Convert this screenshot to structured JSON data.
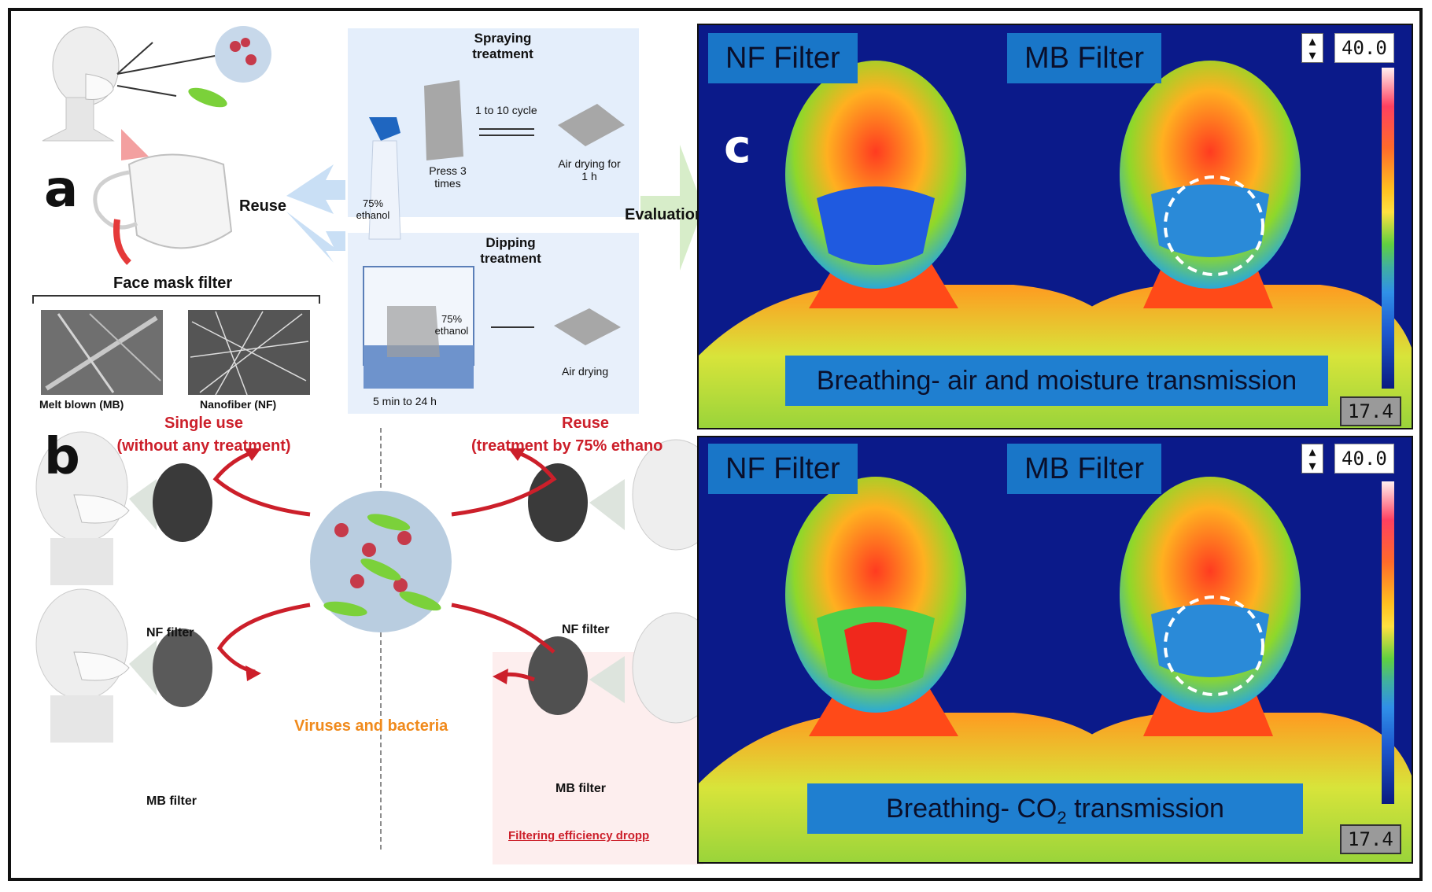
{
  "panel_a": {
    "letter": "a",
    "reuse_label": "Reuse",
    "face_mask_filter_title": "Face mask filter",
    "mb_caption": "Melt blown (MB)",
    "nf_caption": "Nanofiber (NF)",
    "spraying_title": "Spraying treatment",
    "spray_bottle_label": "75% ethanol",
    "press_label": "Press 3 times",
    "cycle_label": "1 to 10 cycle",
    "air_drying_1h": "Air drying for 1 h",
    "dipping_title": "Dipping treatment",
    "dip_ethanol_label": "75% ethanol",
    "dip_time": "5 min to 24 h",
    "air_drying": "Air drying",
    "evaluation_label": "Evaluation"
  },
  "panel_b": {
    "letter": "b",
    "single_use_line1": "Single use",
    "single_use_line2": "(without any treatment)",
    "reuse_line1": "Reuse",
    "reuse_line2": "(treatment by 75% ethano",
    "nf_filter_left": "NF filter",
    "mb_filter_left": "MB filter",
    "nf_filter_right": "NF filter",
    "mb_filter_right": "MB filter",
    "viruses_label": "Viruses and bacteria",
    "efficiency_drop": "Filtering efficiency dropp"
  },
  "panel_c": {
    "letter": "c",
    "top": {
      "nf_tag": "NF Filter",
      "mb_tag": "MB Filter",
      "max_temp": "40.0",
      "min_temp": "17.4",
      "caption": "Breathing- air and moisture transmission"
    },
    "bottom": {
      "nf_tag": "NF Filter",
      "mb_tag": "MB Filter",
      "max_temp": "40.0",
      "min_temp": "17.4",
      "caption_prefix": "Breathing- CO",
      "caption_sub": "2",
      "caption_suffix": " transmission"
    }
  },
  "colors": {
    "accent_red": "#cc1f2a",
    "accent_orange": "#f08a1c",
    "thermal_bg": "#0b1a8a",
    "tag_blue": "#1976c8"
  }
}
